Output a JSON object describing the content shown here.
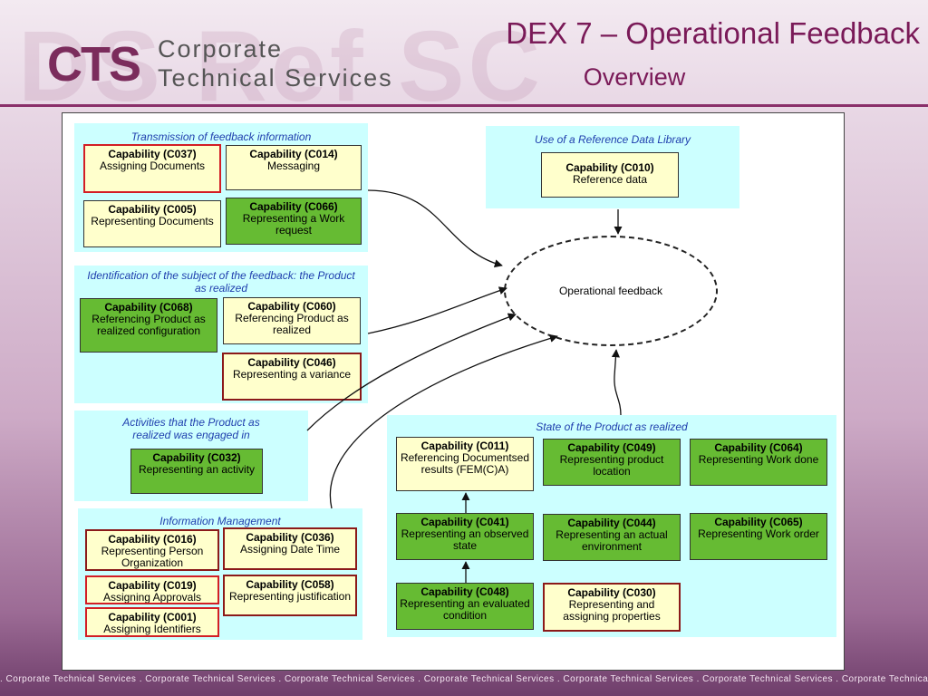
{
  "header": {
    "watermark": "DS Ref SC",
    "logo_mark": "CTS",
    "logo_line1": "Corporate",
    "logo_line2": "Technical Services",
    "title": "DEX 7 – Operational Feedback",
    "subtitle": "Overview"
  },
  "groups": {
    "transmission": "Transmission of feedback information",
    "identification": "Identification of the subject of the feedback: the Product as realized",
    "activities": "Activities that the Product as realized  was engaged in",
    "info_mgmt": "Information Management",
    "rdl": "Use of a Reference Data Library",
    "state": "State of the Product as realized"
  },
  "caps": {
    "c037": {
      "id": "Capability (C037)",
      "desc": "Assigning Documents"
    },
    "c014": {
      "id": "Capability (C014)",
      "desc": "Messaging"
    },
    "c005": {
      "id": "Capability (C005)",
      "desc": "Representing Documents"
    },
    "c066": {
      "id": "Capability (C066)",
      "desc": "Representing a Work request"
    },
    "c068": {
      "id": "Capability (C068)",
      "desc": "Referencing Product as realized configuration"
    },
    "c060": {
      "id": "Capability (C060)",
      "desc": "Referencing Product as realized"
    },
    "c046": {
      "id": "Capability (C046)",
      "desc": "Representing a variance"
    },
    "c032": {
      "id": "Capability (C032)",
      "desc": "Representing an activity"
    },
    "c016": {
      "id": "Capability (C016)",
      "desc": "Representing Person Organization"
    },
    "c036": {
      "id": "Capability (C036)",
      "desc": "Assigning Date Time"
    },
    "c019": {
      "id": "Capability (C019)",
      "desc": "Assigning Approvals"
    },
    "c058": {
      "id": "Capability (C058)",
      "desc": "Representing justification"
    },
    "c001": {
      "id": "Capability (C001)",
      "desc": "Assigning Identifiers"
    },
    "c010": {
      "id": "Capability (C010)",
      "desc": "Reference data"
    },
    "c011": {
      "id": "Capability (C011)",
      "desc": "Referencing Documentsed results (FEM(C)A)"
    },
    "c049": {
      "id": "Capability (C049)",
      "desc": "Representing product location"
    },
    "c064": {
      "id": "Capability (C064)",
      "desc": "Representing Work done"
    },
    "c041": {
      "id": "Capability (C041)",
      "desc": "Representing an observed state"
    },
    "c044": {
      "id": "Capability (C044)",
      "desc": "Representing an actual environment"
    },
    "c065": {
      "id": "Capability (C065)",
      "desc": "Representing Work order"
    },
    "c048": {
      "id": "Capability (C048)",
      "desc": "Representing an evaluated condition"
    },
    "c030": {
      "id": "Capability (C030)",
      "desc": "Representing and assigning properties"
    }
  },
  "oval": "Operational feedback",
  "footer": ". Corporate Technical Services . Corporate Technical Services . Corporate Technical Services . Corporate Technical Services . Corporate Technical Services . Corporate Technical Services . Corporate Technical Services .",
  "colors": {
    "accent": "#7a1a58",
    "group_bg": "#ccffff",
    "cap_green": "#66bb33",
    "cap_yellow": "#ffffcc",
    "highlight_red": "#d21e25"
  }
}
